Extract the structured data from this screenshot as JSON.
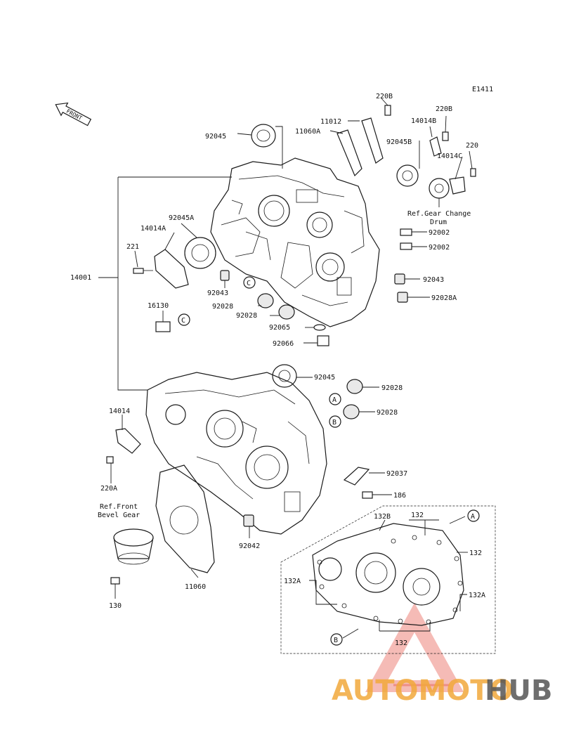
{
  "figure_id": "E1411",
  "front_label": "FRONT",
  "refs": {
    "gear_change_line1": "Ref.Gear Change",
    "gear_change_line2": "Drum",
    "front_bevel_line1": "Ref.Front",
    "front_bevel_line2": "Bevel Gear"
  },
  "callouts": {
    "A": "A",
    "B": "B",
    "C": "C"
  },
  "parts": {
    "p220B_1": "220B",
    "p11012": "11012",
    "p220B_2": "220B",
    "p11060A": "11060A",
    "p14014B": "14014B",
    "p92045_top": "92045",
    "p92045B": "92045B",
    "p220": "220",
    "p14014C": "14014C",
    "p92045A": "92045A",
    "p14014A": "14014A",
    "p92002_1": "92002",
    "p221": "221",
    "p92002_2": "92002",
    "p14001": "14001",
    "p92043_l": "92043",
    "p92043_r": "92043",
    "p92028_1": "92028",
    "p92028A": "92028A",
    "p16130": "16130",
    "p92028_2": "92028",
    "p92065": "92065",
    "p92066": "92066",
    "p92045_mid": "92045",
    "p92028_3": "92028",
    "p92028_4": "92028",
    "p14014": "14014",
    "p92037": "92037",
    "p220A": "220A",
    "p186": "186",
    "p132B": "132B",
    "p132_t": "132",
    "p132_r": "132",
    "p92042": "92042",
    "p132A_l": "132A",
    "p11060": "11060",
    "p132A_r": "132A",
    "p130": "130",
    "p132_b": "132"
  },
  "watermark": {
    "left": "AUTOMOTO",
    "right": "HUB",
    "left_color": "#f2a93b",
    "right_color": "#555555",
    "triangle_color": "#e23b2e"
  }
}
